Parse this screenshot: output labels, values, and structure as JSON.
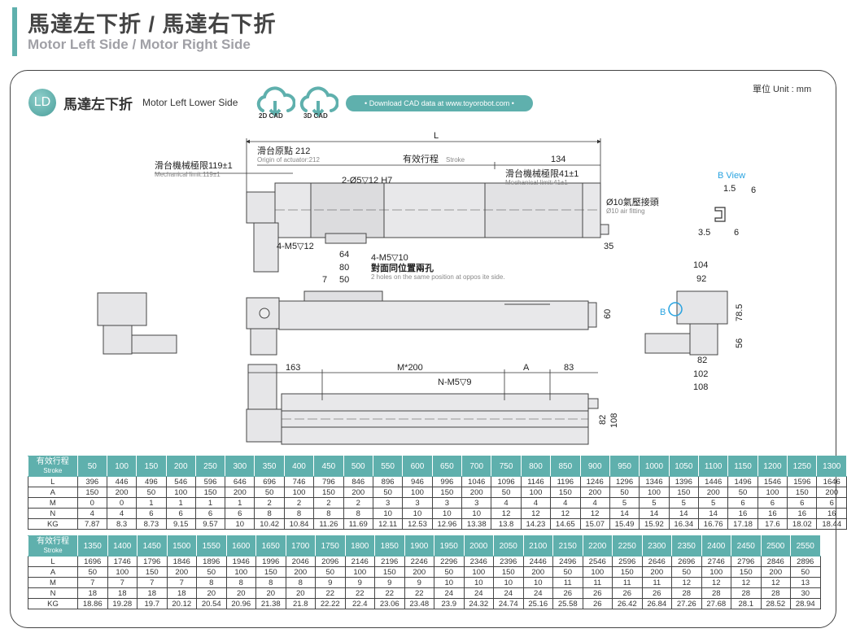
{
  "header": {
    "title": "馬達左下折 / 馬達右下折",
    "subtitle": "Motor Left Side / Motor Right Side"
  },
  "section": {
    "badge": "LD",
    "title": "馬達左下折",
    "subtitle": "Motor Left Lower Side",
    "cad_2d": "2D CAD",
    "cad_3d": "3D CAD",
    "download_text": "• Download CAD data at www.toyorobot.com •",
    "unit": "單位 Unit : mm"
  },
  "drawing": {
    "L": "L",
    "origin_cn": "滑台原點 212",
    "origin_en": "Origin of actuator:212",
    "stroke_cn": "有效行程",
    "stroke_en": "Stroke",
    "dim_134": "134",
    "mech_left_cn": "滑台機械極限119±1",
    "mech_left_en": "Mechanical limit:119±1",
    "mech_right_cn": "滑台機械極限41±1",
    "mech_right_en": "Mechanical limit:41±1",
    "pin_hole": "2-Ø5▽12 H7",
    "air_cn": "Ø10氣壓接頭",
    "air_en": "Ø10 air fitting",
    "dim_35": "35",
    "m5_12": "4-M5▽12",
    "dim_64": "64",
    "dim_80": "80",
    "m5_10": "4-M5▽10",
    "opp_cn": "對面同位置兩孔",
    "opp_en": "2 holes on the same position at oppos ite side.",
    "dim_7": "7",
    "dim_50": "50",
    "dim_60": "60",
    "b_view": "B View",
    "bv_15": "1.5",
    "bv_6a": "6",
    "bv_35": "3.5",
    "bv_6b": "6",
    "end_104": "104",
    "end_92": "92",
    "end_785": "78.5",
    "end_56": "56",
    "end_82": "82",
    "end_102": "102",
    "end_108": "108",
    "end_b": "B",
    "dim_163": "163",
    "dim_m200": "M*200",
    "dim_a": "A",
    "dim_83": "83",
    "nm5": "N-M5▽9",
    "bot_82": "82",
    "bot_108": "108"
  },
  "table": {
    "corner_cn": "有效行程",
    "corner_en": "Stroke",
    "row_labels": [
      "L",
      "A",
      "M",
      "N",
      "KG"
    ],
    "part1": {
      "stroke": [
        "50",
        "100",
        "150",
        "200",
        "250",
        "300",
        "350",
        "400",
        "450",
        "500",
        "550",
        "600",
        "650",
        "700",
        "750",
        "800",
        "850",
        "900",
        "950",
        "1000",
        "1050",
        "1100",
        "1150",
        "1200",
        "1250",
        "1300"
      ],
      "L": [
        "396",
        "446",
        "496",
        "546",
        "596",
        "646",
        "696",
        "746",
        "796",
        "846",
        "896",
        "946",
        "996",
        "1046",
        "1096",
        "1146",
        "1196",
        "1246",
        "1296",
        "1346",
        "1396",
        "1446",
        "1496",
        "1546",
        "1596",
        "1646"
      ],
      "A": [
        "150",
        "200",
        "50",
        "100",
        "150",
        "200",
        "50",
        "100",
        "150",
        "200",
        "50",
        "100",
        "150",
        "200",
        "50",
        "100",
        "150",
        "200",
        "50",
        "100",
        "150",
        "200",
        "50",
        "100",
        "150",
        "200"
      ],
      "M": [
        "0",
        "0",
        "1",
        "1",
        "1",
        "1",
        "2",
        "2",
        "2",
        "2",
        "3",
        "3",
        "3",
        "3",
        "4",
        "4",
        "4",
        "4",
        "5",
        "5",
        "5",
        "5",
        "6",
        "6",
        "6",
        "6"
      ],
      "N": [
        "4",
        "4",
        "6",
        "6",
        "6",
        "6",
        "8",
        "8",
        "8",
        "8",
        "10",
        "10",
        "10",
        "10",
        "12",
        "12",
        "12",
        "12",
        "14",
        "14",
        "14",
        "14",
        "16",
        "16",
        "16",
        "16"
      ],
      "KG": [
        "7.87",
        "8.3",
        "8.73",
        "9.15",
        "9.57",
        "10",
        "10.42",
        "10.84",
        "11.26",
        "11.69",
        "12.11",
        "12.53",
        "12.96",
        "13.38",
        "13.8",
        "14.23",
        "14.65",
        "15.07",
        "15.49",
        "15.92",
        "16.34",
        "16.76",
        "17.18",
        "17.6",
        "18.02",
        "18.44"
      ]
    },
    "part2": {
      "stroke": [
        "1350",
        "1400",
        "1450",
        "1500",
        "1550",
        "1600",
        "1650",
        "1700",
        "1750",
        "1800",
        "1850",
        "1900",
        "1950",
        "2000",
        "2050",
        "2100",
        "2150",
        "2200",
        "2250",
        "2300",
        "2350",
        "2400",
        "2450",
        "2500",
        "2550"
      ],
      "L": [
        "1696",
        "1746",
        "1796",
        "1846",
        "1896",
        "1946",
        "1996",
        "2046",
        "2096",
        "2146",
        "2196",
        "2246",
        "2296",
        "2346",
        "2396",
        "2446",
        "2496",
        "2546",
        "2596",
        "2646",
        "2696",
        "2746",
        "2796",
        "2846",
        "2896"
      ],
      "A": [
        "50",
        "100",
        "150",
        "200",
        "50",
        "100",
        "150",
        "200",
        "50",
        "100",
        "150",
        "200",
        "50",
        "100",
        "150",
        "200",
        "50",
        "100",
        "150",
        "200",
        "50",
        "100",
        "150",
        "200",
        "50"
      ],
      "M": [
        "7",
        "7",
        "7",
        "7",
        "8",
        "8",
        "8",
        "8",
        "9",
        "9",
        "9",
        "9",
        "10",
        "10",
        "10",
        "10",
        "11",
        "11",
        "11",
        "11",
        "12",
        "12",
        "12",
        "12",
        "13"
      ],
      "N": [
        "18",
        "18",
        "18",
        "18",
        "20",
        "20",
        "20",
        "20",
        "22",
        "22",
        "22",
        "22",
        "24",
        "24",
        "24",
        "24",
        "26",
        "26",
        "26",
        "26",
        "28",
        "28",
        "28",
        "28",
        "30"
      ],
      "KG": [
        "18.86",
        "19.28",
        "19.7",
        "20.12",
        "20.54",
        "20.96",
        "21.38",
        "21.8",
        "22.22",
        "22.4",
        "23.06",
        "23.48",
        "23.9",
        "24.32",
        "24.74",
        "25.16",
        "25.58",
        "26",
        "26.42",
        "26.84",
        "27.26",
        "27.68",
        "28.1",
        "28.52",
        "28.94"
      ]
    }
  },
  "colors": {
    "accent": "#5fb0ad",
    "b_view": "#29a3e0"
  }
}
